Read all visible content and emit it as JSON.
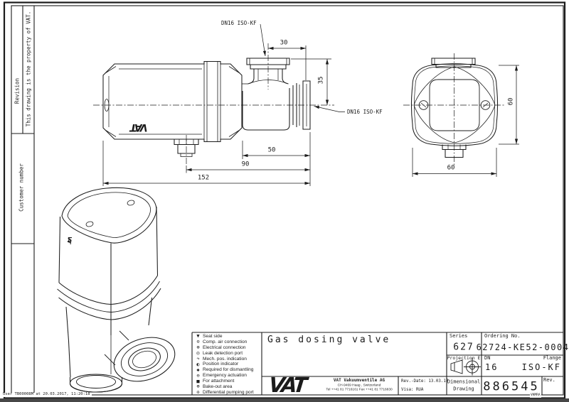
{
  "frame": {
    "property_note": "This drawing is the property of VAT.",
    "revision_label": "Revision",
    "customer_label": "Customer number",
    "plot_stamp": "User TB00008M at 20.03.2017, 11:20:18",
    "corner_code": "VKMRA"
  },
  "drawing": {
    "logo_side": "VAT",
    "logo_iso": "VAT",
    "side_view": {
      "top_flange_label": "DN16 ISO-KF",
      "side_flange_label": "DN16 ISO-KF",
      "dim_30": "30",
      "dim_35": "35",
      "dim_50": "50",
      "dim_90": "90",
      "dim_152": "152"
    },
    "front_view": {
      "dim_height": "60",
      "dim_width": "60"
    }
  },
  "legend": {
    "items": [
      {
        "symbol": "▼",
        "label": "Seat side"
      },
      {
        "symbol": "⊙",
        "label": "Comp. air connection"
      },
      {
        "symbol": "⊗",
        "label": "Electrical connection"
      },
      {
        "symbol": "◎",
        "label": "Leak detection port"
      },
      {
        "symbol": "↷",
        "label": "Mech. pos. indication"
      },
      {
        "symbol": "◐",
        "label": "Position indicator"
      },
      {
        "symbol": "✱",
        "label": "Required for dismantling"
      },
      {
        "symbol": "⊖",
        "label": "Emergency actuation"
      },
      {
        "symbol": "■",
        "label": "For attachment"
      },
      {
        "symbol": "⊕",
        "label": "Bake-out area"
      },
      {
        "symbol": "✣",
        "label": "Differential pumping port"
      }
    ]
  },
  "title_block": {
    "title": "Gas dosing valve",
    "series_label": "Series",
    "series_value": "627",
    "ordering_label": "Ordering No.",
    "ordering_value": "62724-KE52-0004",
    "projection_label": "Projection E",
    "dn_label": "DN",
    "dn_value": "16",
    "flange_label": "Flange",
    "flange_value": "ISO-KF",
    "doc_type_line1": "Dimensional",
    "doc_type_line2": "Drawing",
    "drawing_number": "886545",
    "rev_label": "Rev.",
    "logo": "VAT",
    "company_name": "VAT Vakuumventile AG",
    "company_address": "CH-9469 Haag , Switzerland",
    "company_phone": "Tel ++41 81 7716161 Fax ++41 81 7716830",
    "rev_date": "Rev.-Date: 13.03.17",
    "visa": "Visa: RUA"
  }
}
